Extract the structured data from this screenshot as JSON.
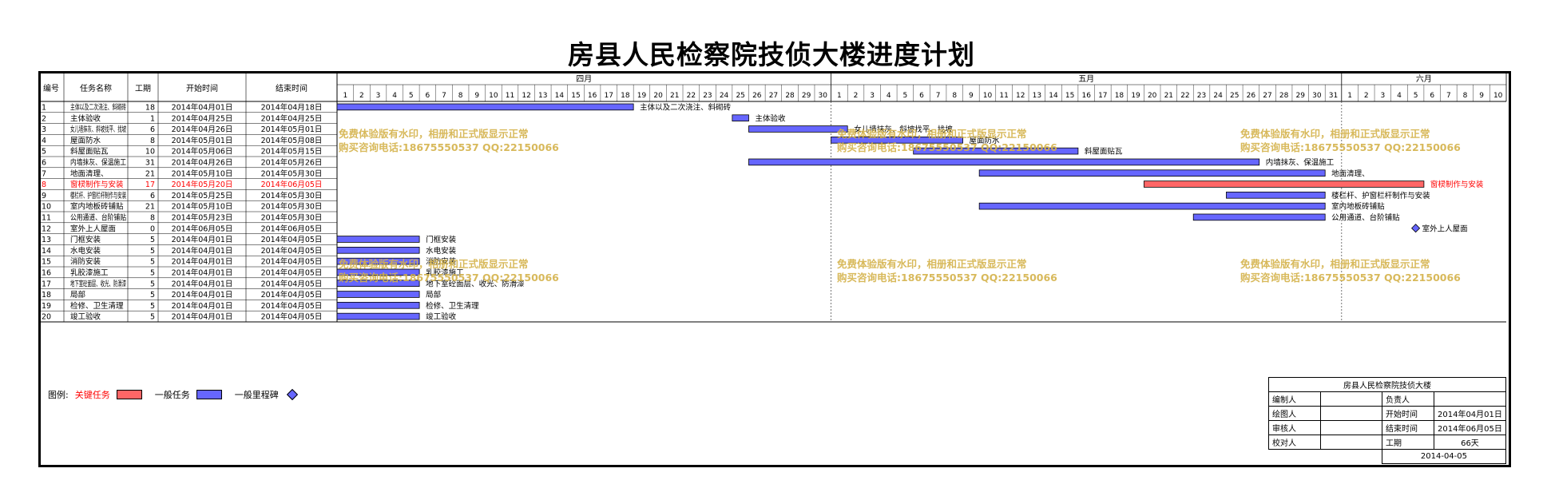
{
  "title": "房县人民检察院技侦大楼进度计划",
  "columns": {
    "id": "编号",
    "name": "任务名称",
    "duration": "工期",
    "start": "开始时间",
    "end": "结束时间"
  },
  "months": [
    {
      "label": "四月",
      "days": 30
    },
    {
      "label": "五月",
      "days": 31
    },
    {
      "label": "六月",
      "days": 10
    }
  ],
  "chart_data": {
    "type": "gantt",
    "timeline_start": "2014-04-01",
    "timeline_end": "2014-06-10",
    "tasks": [
      {
        "id": "1",
        "name": "主体以及二次浇注、斜砌砖",
        "table_name": "主体以及二次浇注、斜砌砖",
        "duration": "18",
        "start": "2014年04月01日",
        "end": "2014年04月18日",
        "s": "2014-04-01",
        "e": "2014-04-18",
        "kind": "normal"
      },
      {
        "id": "2",
        "name": "主体验收",
        "table_name": "主体验收",
        "duration": "1",
        "start": "2014年04月25日",
        "end": "2014年04月25日",
        "s": "2014-04-25",
        "e": "2014-04-25",
        "kind": "normal"
      },
      {
        "id": "3",
        "name": "女儿墙抹灰、斜坡找平、找坡",
        "table_name": "女儿墙抹灰、斜坡找平、找坡",
        "duration": "6",
        "start": "2014年04月26日",
        "end": "2014年05月01日",
        "s": "2014-04-26",
        "e": "2014-05-01",
        "kind": "normal"
      },
      {
        "id": "4",
        "name": "屋面防水",
        "table_name": "屋面防水",
        "duration": "8",
        "start": "2014年05月01日",
        "end": "2014年05月08日",
        "s": "2014-05-01",
        "e": "2014-05-08",
        "kind": "normal"
      },
      {
        "id": "5",
        "name": "斜屋面贴瓦",
        "table_name": "斜屋面贴瓦",
        "duration": "10",
        "start": "2014年05月06日",
        "end": "2014年05月15日",
        "s": "2014-05-06",
        "e": "2014-05-15",
        "kind": "normal"
      },
      {
        "id": "6",
        "name": "内墙抹灰、保温施工",
        "table_name": "内墙抹灰、保温施工",
        "duration": "31",
        "start": "2014年04月26日",
        "end": "2014年05月26日",
        "s": "2014-04-26",
        "e": "2014-05-26",
        "kind": "normal"
      },
      {
        "id": "7",
        "name": "地面清理、",
        "table_name": "地面清理、",
        "duration": "21",
        "start": "2014年05月10日",
        "end": "2014年05月30日",
        "s": "2014-05-10",
        "e": "2014-05-30",
        "kind": "normal"
      },
      {
        "id": "8",
        "name": "窗棂制作与安装",
        "table_name": "窗棂制作与安装",
        "duration": "17",
        "start": "2014年05月20日",
        "end": "2014年06月05日",
        "s": "2014-05-20",
        "e": "2014-06-05",
        "kind": "critical"
      },
      {
        "id": "9",
        "name": "楼栏杆、护窗栏杆制作与安装",
        "table_name": "楼栏杆、护窗栏杆制作与安装",
        "duration": "6",
        "start": "2014年05月25日",
        "end": "2014年05月30日",
        "s": "2014-05-25",
        "e": "2014-05-30",
        "kind": "normal"
      },
      {
        "id": "10",
        "name": "室内地板砖铺贴",
        "table_name": "室内地板砖铺贴",
        "duration": "21",
        "start": "2014年05月10日",
        "end": "2014年05月30日",
        "s": "2014-05-10",
        "e": "2014-05-30",
        "kind": "normal"
      },
      {
        "id": "11",
        "name": "公用通道、台阶铺贴",
        "table_name": "公用通道、台阶铺贴",
        "duration": "8",
        "start": "2014年05月23日",
        "end": "2014年05月30日",
        "s": "2014-05-23",
        "e": "2014-05-30",
        "kind": "normal"
      },
      {
        "id": "12",
        "name": "室外上人屋面",
        "table_name": "室外上人屋面",
        "duration": "0",
        "start": "2014年06月05日",
        "end": "2014年06月05日",
        "s": "2014-06-05",
        "e": "2014-06-05",
        "kind": "milestone"
      },
      {
        "id": "13",
        "name": "门框安装",
        "table_name": "门框安装",
        "duration": "5",
        "start": "2014年04月01日",
        "end": "2014年04月05日",
        "s": "2014-04-01",
        "e": "2014-04-05",
        "kind": "normal"
      },
      {
        "id": "14",
        "name": "水电安装",
        "table_name": "水电安装",
        "duration": "5",
        "start": "2014年04月01日",
        "end": "2014年04月05日",
        "s": "2014-04-01",
        "e": "2014-04-05",
        "kind": "normal"
      },
      {
        "id": "15",
        "name": "消防安装",
        "table_name": "消防安装",
        "duration": "5",
        "start": "2014年04月01日",
        "end": "2014年04月05日",
        "s": "2014-04-01",
        "e": "2014-04-05",
        "kind": "normal"
      },
      {
        "id": "16",
        "name": "乳胶漆施工",
        "table_name": "乳胶漆施工",
        "duration": "5",
        "start": "2014年04月01日",
        "end": "2014年04月05日",
        "s": "2014-04-01",
        "e": "2014-04-05",
        "kind": "normal"
      },
      {
        "id": "17",
        "name": "地下室砼面层、收光、防滑漆",
        "table_name": "地下室砼面层、收光、防滑漆",
        "duration": "5",
        "start": "2014年04月01日",
        "end": "2014年04月05日",
        "s": "2014-04-01",
        "e": "2014-04-05",
        "kind": "normal"
      },
      {
        "id": "18",
        "name": "局部",
        "table_name": "局部",
        "duration": "5",
        "start": "2014年04月01日",
        "end": "2014年04月05日",
        "s": "2014-04-01",
        "e": "2014-04-05",
        "kind": "normal"
      },
      {
        "id": "19",
        "name": "检修、卫生清理",
        "table_name": "检修、卫生清理",
        "duration": "5",
        "start": "2014年04月01日",
        "end": "2014年04月05日",
        "s": "2014-04-01",
        "e": "2014-04-05",
        "kind": "normal"
      },
      {
        "id": "20",
        "name": "竣工验收",
        "table_name": "竣工验收",
        "duration": "5",
        "start": "2014年04月01日",
        "end": "2014年04月05日",
        "s": "2014-04-01",
        "e": "2014-04-05",
        "kind": "normal"
      }
    ]
  },
  "watermark": {
    "line1": "免费体验版有水印，相册和正式版显示正常",
    "line2": "购买咨询电话:18675550537 QQ:22150066"
  },
  "legend": {
    "label": "图例:",
    "critical": "关键任务",
    "normal": "一般任务",
    "milestone": "一般里程碑"
  },
  "info": {
    "project": "房县人民检察院技侦大楼",
    "editor_label": "编制人",
    "manager_label": "负责人",
    "drawer_label": "绘图人",
    "start_label": "开始时间",
    "start": "2014年04月01日",
    "reviewer_label": "审核人",
    "end_label": "结束时间",
    "end": "2014年06月05日",
    "checker_label": "校对人",
    "duration_label": "工期",
    "duration": "66天",
    "date": "2014-04-05"
  },
  "colors": {
    "normal": "#6666ff",
    "critical": "#ff6666",
    "critical_text": "#ff0000",
    "watermark": "#d4b24a"
  }
}
